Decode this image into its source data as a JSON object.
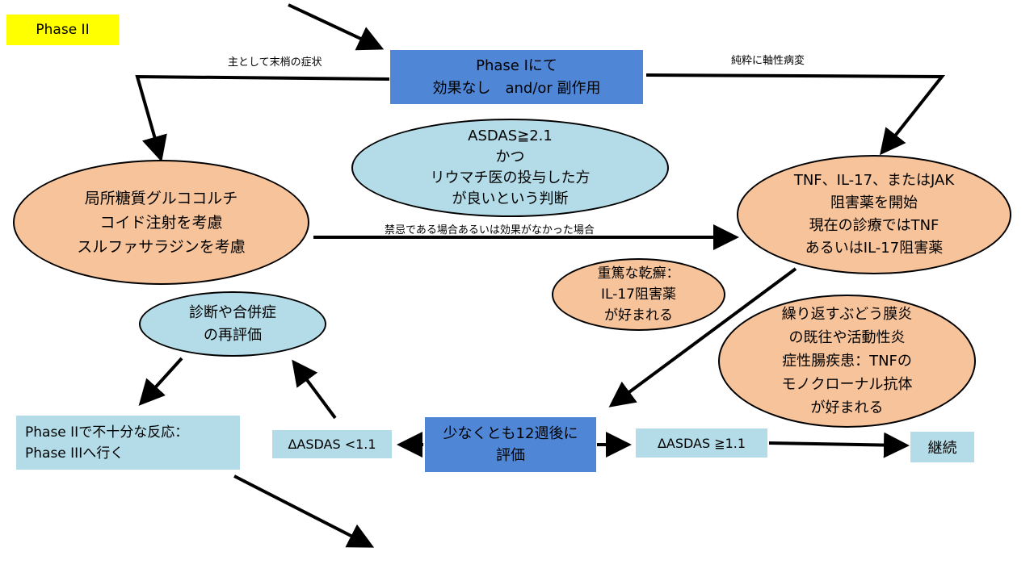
{
  "phase_label": "Phase II",
  "nodes": {
    "phase1_fail": [
      "Phase Iにて",
      "効果なし　and/or 副作用"
    ],
    "asdas_condition": [
      "ASDAS≧2.1",
      "かつ",
      "リウマチ医の投与した方",
      "が良いという判断"
    ],
    "local_steroid": [
      "局所糖質グルココルチ",
      "コイド注射を考慮",
      "スルファサラジンを考慮"
    ],
    "tnf_il17_jak": [
      "TNF、IL-17、またはJAK",
      "阻害薬を開始",
      "現在の診療ではTNF",
      "あるいはIL-17阻害薬"
    ],
    "psoriasis": [
      "重篤な乾癬：",
      "IL-17阻害薬",
      "が好まれる"
    ],
    "uveitis_ibd": [
      "繰り返すぶどう膜炎",
      "の既往や活動性炎",
      "症性腸疾患：TNFの",
      "モノクローナル抗体",
      "が好まれる"
    ],
    "reevaluate": [
      "診断や合併症",
      "の再評価"
    ],
    "phase3": [
      "Phase IIで不十分な反応：",
      "Phase IIIへ行く"
    ],
    "evaluation": [
      "少なくとも12週後に",
      "評価"
    ],
    "delta_low": "ΔASDAS <1.1",
    "delta_high": "ΔASDAS ≧1.1",
    "continue": "継続"
  },
  "edge_labels": {
    "peripheral": "主として末梢の症状",
    "axial": "純粋に軸性病変",
    "contraindicated": "禁忌である場合あるいは効果がなかった場合"
  },
  "colors": {
    "phase_label_bg": "#ffff00",
    "blue_box": "#4f86d6",
    "light_blue": "#b3dce8",
    "orange": "#f6c39b"
  }
}
